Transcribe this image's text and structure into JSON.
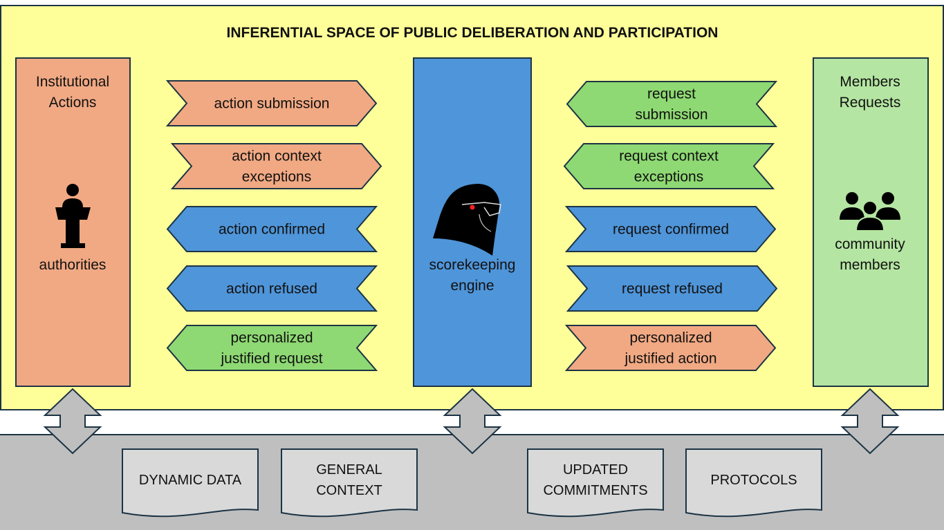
{
  "title": "INFERENTIAL SPACE OF PUBLIC DELIBERATION AND PARTICIPATION",
  "colors": {
    "background": "#ffff99",
    "orange": "#f1a983",
    "blue": "#4f95d9",
    "green": "#8ed973",
    "light_green": "#b4e5a2",
    "gray": "#bfbfbf",
    "doc": "#d9d9d9"
  },
  "left_column": {
    "title": [
      "Institutional",
      "Actions"
    ],
    "icon": "podium-speaker-icon",
    "label": "authorities"
  },
  "center_column": {
    "icon": "falcon-head-icon",
    "label": [
      "scorekeeping",
      "engine"
    ]
  },
  "right_column": {
    "title": [
      "Members",
      "Requests"
    ],
    "icon": "group-people-icon",
    "label": [
      "community",
      "members"
    ]
  },
  "left_arrows": [
    {
      "lines": [
        "action submission"
      ],
      "direction": "right",
      "color": "orange"
    },
    {
      "lines": [
        "action context",
        "exceptions"
      ],
      "direction": "right",
      "color": "orange"
    },
    {
      "lines": [
        "action confirmed"
      ],
      "direction": "left",
      "color": "blue"
    },
    {
      "lines": [
        "action refused"
      ],
      "direction": "left",
      "color": "blue"
    },
    {
      "lines": [
        "personalized",
        "justified request"
      ],
      "direction": "left",
      "color": "green"
    }
  ],
  "right_arrows": [
    {
      "lines": [
        "request",
        "submission"
      ],
      "direction": "left",
      "color": "green"
    },
    {
      "lines": [
        "request context",
        "exceptions"
      ],
      "direction": "left",
      "color": "green"
    },
    {
      "lines": [
        "request confirmed"
      ],
      "direction": "right",
      "color": "blue"
    },
    {
      "lines": [
        "request refused"
      ],
      "direction": "right",
      "color": "blue"
    },
    {
      "lines": [
        "personalized",
        "justified action"
      ],
      "direction": "right",
      "color": "orange"
    }
  ],
  "documents": [
    {
      "lines": [
        "DYNAMIC DATA"
      ]
    },
    {
      "lines": [
        "GENERAL",
        "CONTEXT"
      ]
    },
    {
      "lines": [
        "UPDATED",
        "COMMITMENTS"
      ]
    },
    {
      "lines": [
        "PROTOCOLS"
      ]
    }
  ]
}
